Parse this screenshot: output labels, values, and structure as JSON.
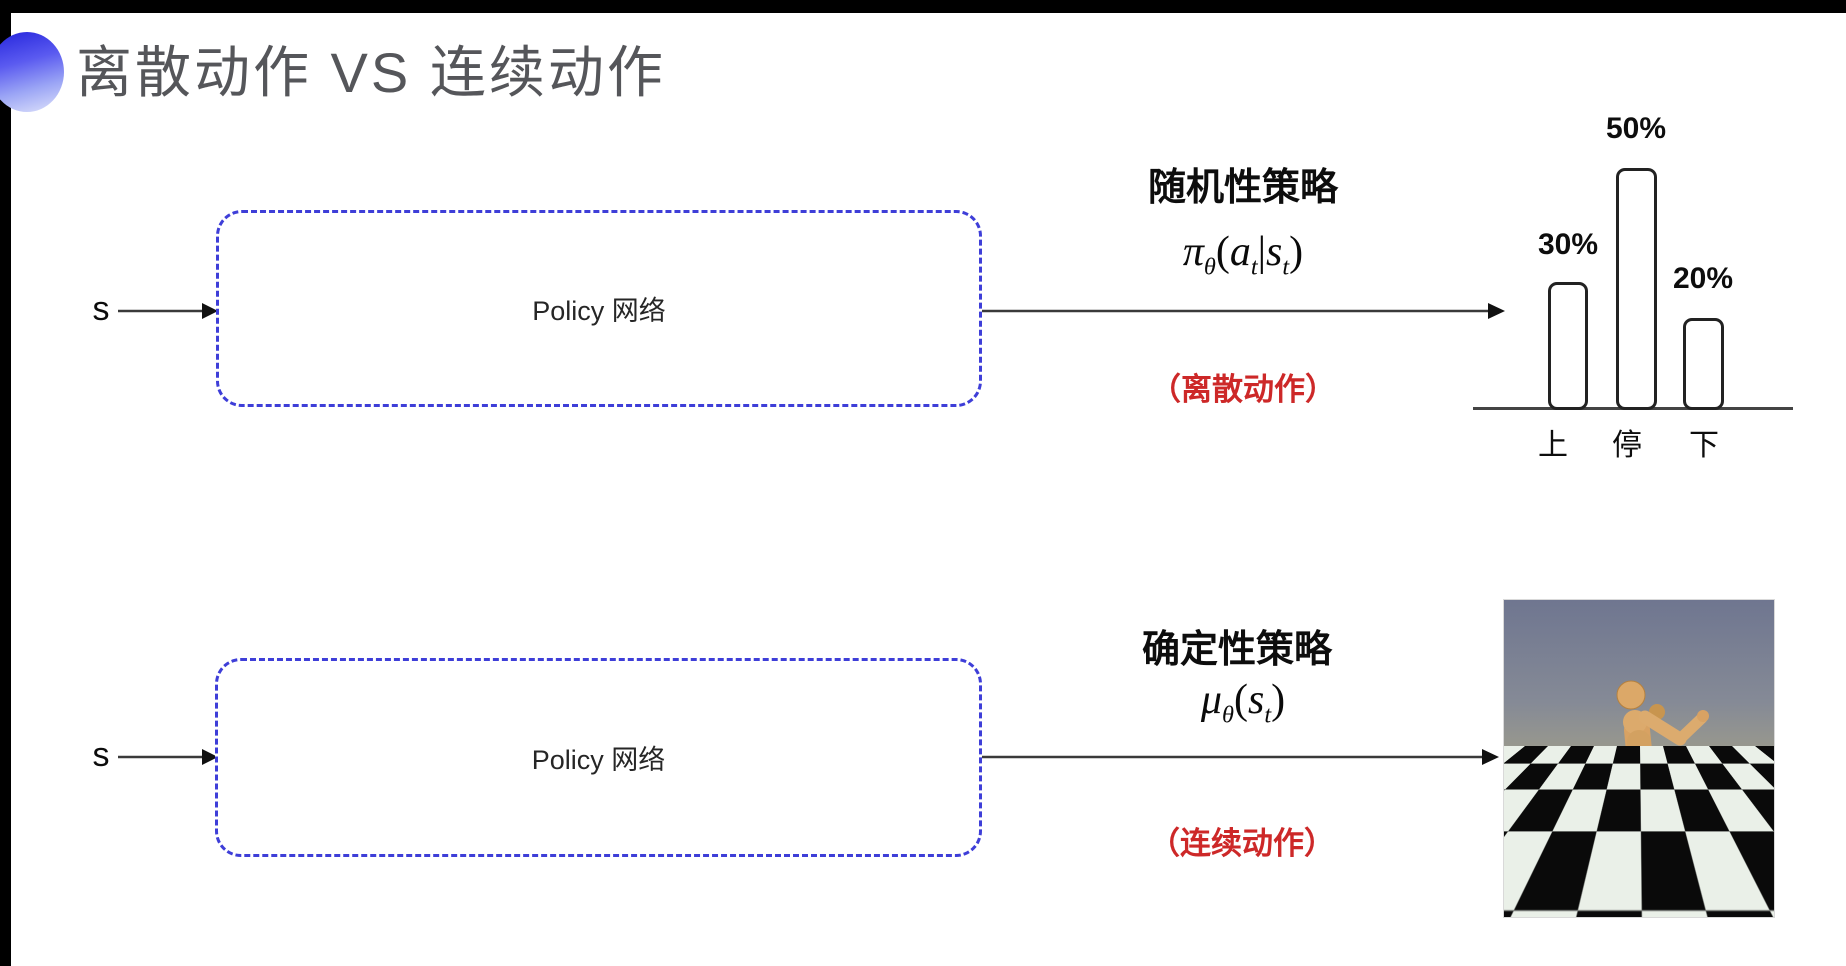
{
  "title": "离散动作 VS 连续动作",
  "colors": {
    "title_gray": "#55565a",
    "accent_blue": "#3e3ed8",
    "circle_blue": "#2f2fe0",
    "note_red": "#cd2828",
    "frame_black": "#000000"
  },
  "top_row": {
    "input_label": "s",
    "box_label": "Policy 网络",
    "policy_label": "随机性策略",
    "formula": {
      "p1": "π",
      "p2": "θ",
      "p3": "(",
      "p4": "a",
      "p5": "t",
      "p6": "|",
      "p7": "s",
      "p8": "t",
      "p9": ")"
    },
    "action_note": "（离散动作）",
    "chart": {
      "bars": [
        {
          "pct": "30%",
          "label": "上"
        },
        {
          "pct": "50%",
          "label": "停"
        },
        {
          "pct": "20%",
          "label": "下"
        }
      ]
    }
  },
  "bottom_row": {
    "input_label": "s",
    "box_label": "Policy 网络",
    "policy_label": "确定性策略",
    "formula": {
      "p1": "μ",
      "p2": "θ",
      "p3": "(",
      "p4": "s",
      "p5": "t",
      "p6": ")"
    },
    "action_note": "（连续动作）"
  },
  "chart_data": {
    "type": "bar",
    "categories": [
      "上",
      "停",
      "下"
    ],
    "values": [
      30,
      50,
      20
    ],
    "unit": "%",
    "title": "",
    "xlabel": "",
    "ylabel": "",
    "ylim": [
      0,
      50
    ],
    "grid": false,
    "bar_style": "outlined-rounded",
    "data_labels": [
      "30%",
      "50%",
      "20%"
    ]
  }
}
